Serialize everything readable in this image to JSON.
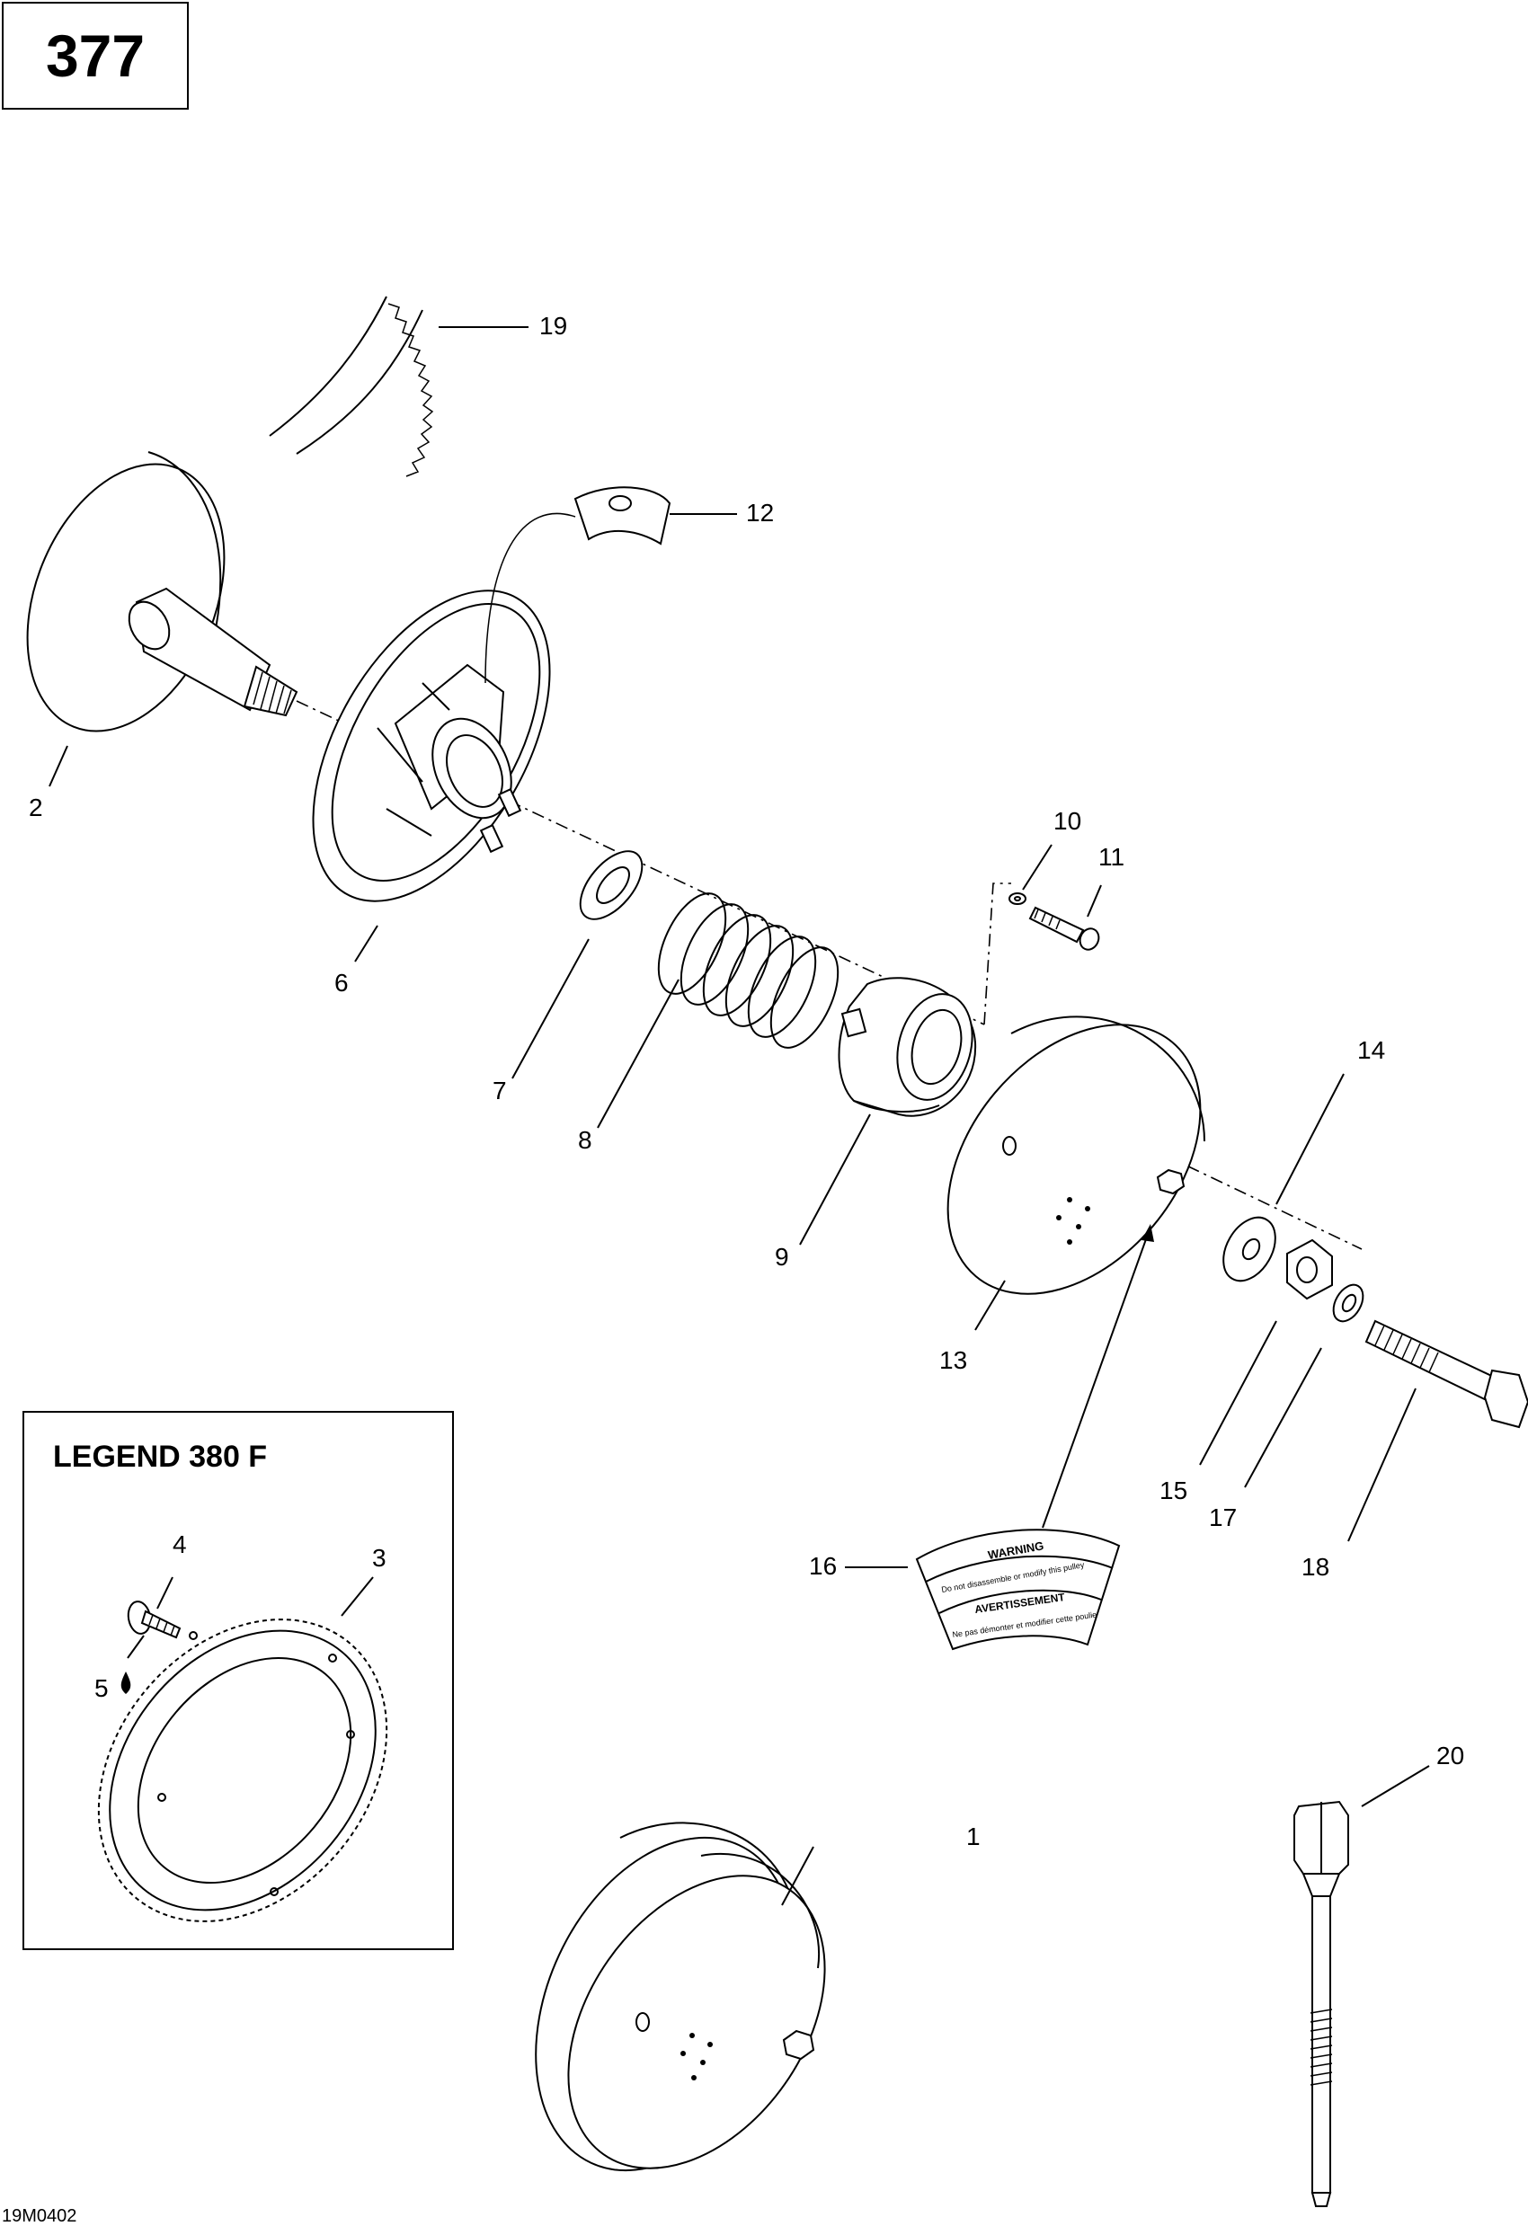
{
  "page_number": "377",
  "legend_title": "LEGEND 380 F",
  "drawing_code": "19M0402",
  "callouts": {
    "c1": "1",
    "c2": "2",
    "c3": "3",
    "c4": "4",
    "c5": "5",
    "c6": "6",
    "c7": "7",
    "c8": "8",
    "c9": "9",
    "c10": "10",
    "c11": "11",
    "c12": "12",
    "c13": "13",
    "c14": "14",
    "c15": "15",
    "c16": "16",
    "c17": "17",
    "c18": "18",
    "c19": "19",
    "c20": "20"
  },
  "decal": {
    "warning": "WARNING",
    "warning_sub": "Do not disassemble or modify this pulley",
    "avertissement": "AVERTISSEMENT",
    "avertissement_sub": "Ne pas démonter et modifier cette poulie"
  },
  "icons": {
    "warning": "warning-triangle-icon",
    "drop": "liquid-drop-icon"
  }
}
